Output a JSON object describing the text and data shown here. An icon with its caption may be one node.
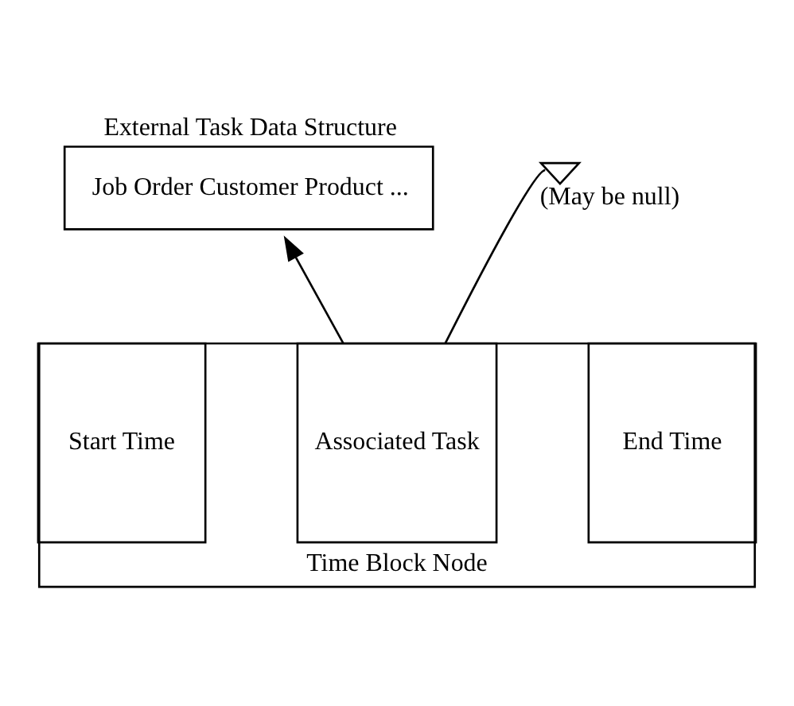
{
  "diagram": {
    "nodes": [
      {
        "text": [
          "External Task Data Structure",
          "Job Order Customer Product ..."
        ]
      },
      {
        "text": [
          "Time Block Node"
        ]
      },
      {
        "text": [
          "Start Time"
        ],
        "in": 1
      },
      {
        "text": [
          "Associated Task"
        ],
        "in": 1
      },
      {
        "text": [
          "End Time"
        ],
        "in": 1
      },
      {
        "text": [],
        "shape": "ground",
        "beside": [
          "(May be null)"
        ]
      }
    ],
    "edges": [
      {
        "from": 3,
        "to": 0,
        "arrow": "to"
      },
      {
        "from": 3,
        "to": 5,
        "arrow": "none"
      }
    ]
  }
}
